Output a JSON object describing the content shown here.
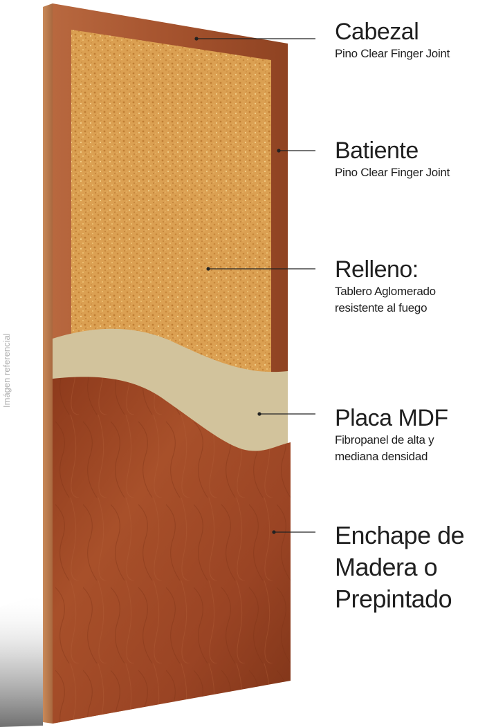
{
  "labels": {
    "cabezal": {
      "title": "Cabezal",
      "subtitle": "Pino Clear Finger Joint"
    },
    "batiente": {
      "title": "Batiente",
      "subtitle": "Pino Clear Finger Joint"
    },
    "relleno": {
      "title": "Relleno:",
      "subtitle_line1": "Tablero Aglomerado",
      "subtitle_line2": "resistente al fuego"
    },
    "placa": {
      "title": "Placa MDF",
      "subtitle_line1": "Fibropanel de alta y",
      "subtitle_line2": "mediana densidad"
    },
    "enchape": {
      "title_line1": "Enchape de",
      "title_line2": "Madera o",
      "title_line3": "Prepintado"
    }
  },
  "watermark": "Imágen referencial",
  "colors": {
    "frame_wood": "#a5532e",
    "veneer_wood": "#9b4526",
    "core_chipboard": "#dba052",
    "mdf": "#d2c39c",
    "leader_line": "#222222",
    "text": "#1f1f1f",
    "watermark": "#b0b0b0"
  }
}
